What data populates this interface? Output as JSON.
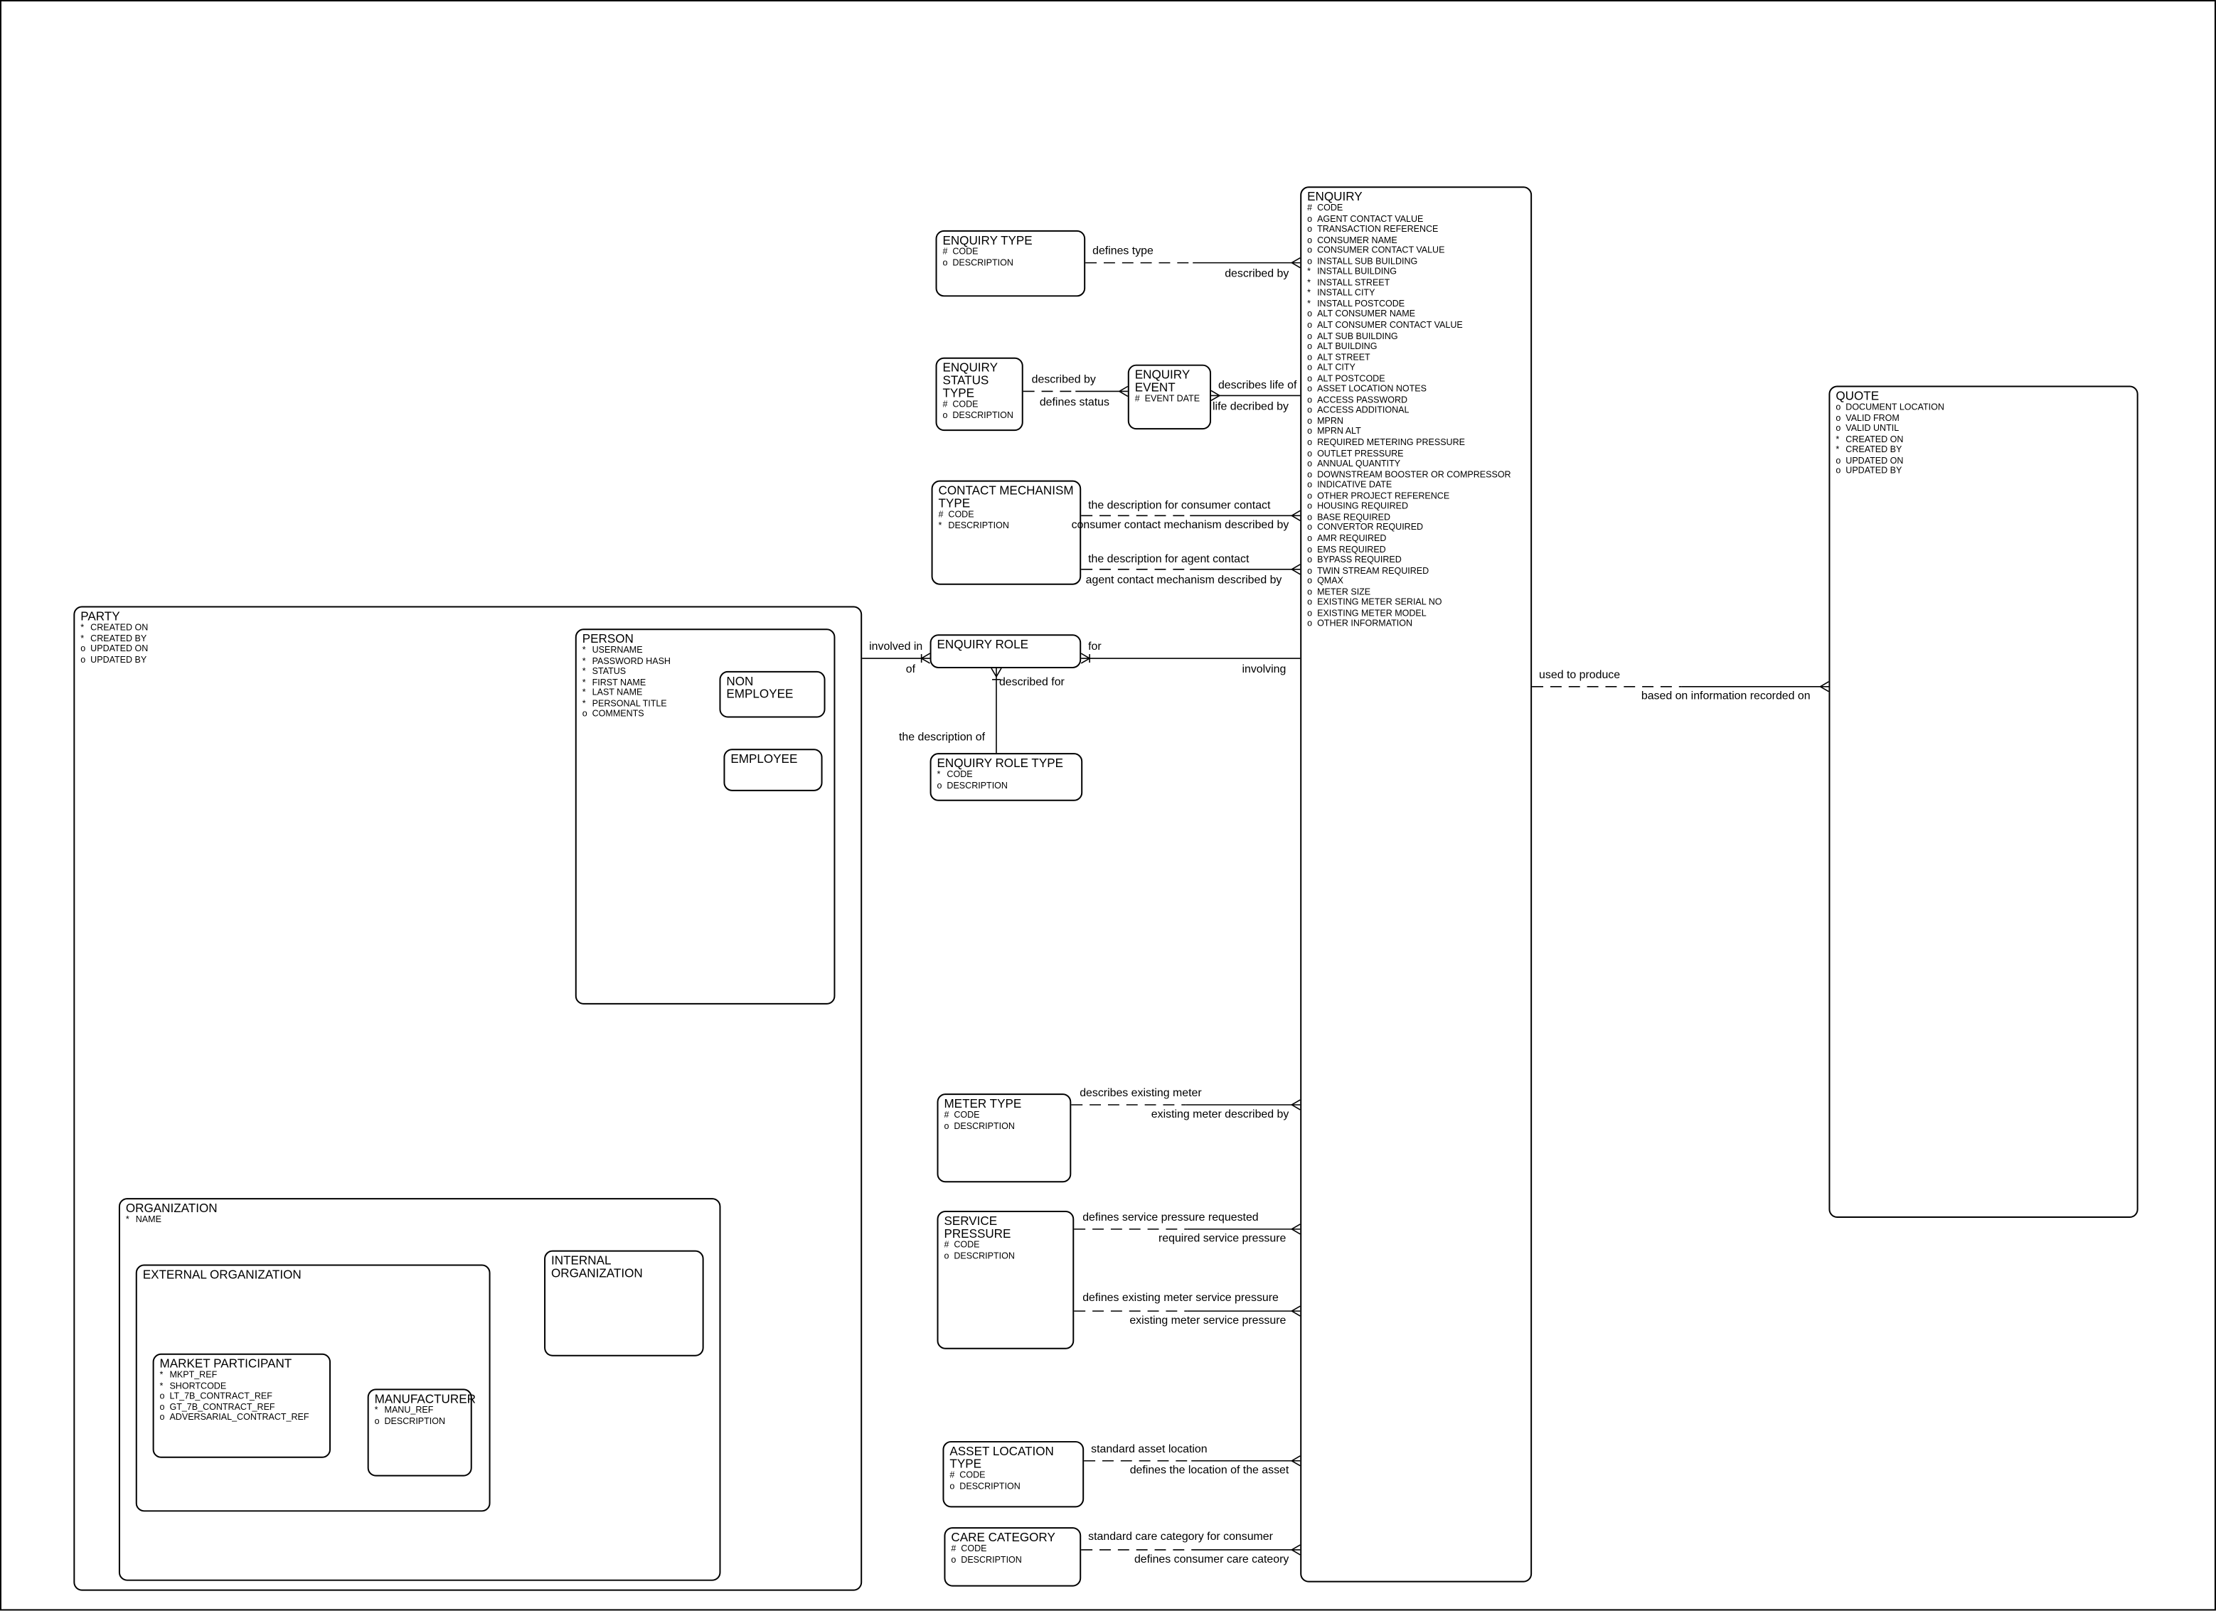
{
  "entities": {
    "party": {
      "title": "PARTY",
      "attrs": [
        [
          "*",
          "CREATED ON"
        ],
        [
          "*",
          "CREATED BY"
        ],
        [
          "o",
          "UPDATED ON"
        ],
        [
          "o",
          "UPDATED BY"
        ]
      ]
    },
    "person": {
      "title": "PERSON",
      "attrs": [
        [
          "*",
          "USERNAME"
        ],
        [
          "*",
          "PASSWORD HASH"
        ],
        [
          "*",
          "STATUS"
        ],
        [
          "*",
          "FIRST NAME"
        ],
        [
          "*",
          "LAST NAME"
        ],
        [
          "*",
          "PERSONAL TITLE"
        ],
        [
          "o",
          "COMMENTS"
        ]
      ]
    },
    "non_employee": {
      "title": "NON EMPLOYEE",
      "attrs": []
    },
    "employee": {
      "title": "EMPLOYEE",
      "attrs": []
    },
    "organization": {
      "title": "ORGANIZATION",
      "attrs": [
        [
          "*",
          "NAME"
        ]
      ]
    },
    "external_organization": {
      "title": "EXTERNAL ORGANIZATION",
      "attrs": []
    },
    "internal_organization": {
      "title": "INTERNAL ORGANIZATION",
      "attrs": []
    },
    "market_participant": {
      "title": "MARKET PARTICIPANT",
      "attrs": [
        [
          "*",
          "MKPT_REF"
        ],
        [
          "*",
          "SHORTCODE"
        ],
        [
          "o",
          "LT_7B_CONTRACT_REF"
        ],
        [
          "o",
          "GT_7B_CONTRACT_REF"
        ],
        [
          "o",
          "ADVERSARIAL_CONTRACT_REF"
        ]
      ]
    },
    "manufacturer": {
      "title": "MANUFACTURER",
      "attrs": [
        [
          "*",
          "MANU_REF"
        ],
        [
          "o",
          "DESCRIPTION"
        ]
      ]
    },
    "enquiry_type": {
      "title": "ENQUIRY TYPE",
      "attrs": [
        [
          "#",
          "CODE"
        ],
        [
          "o",
          "DESCRIPTION"
        ]
      ]
    },
    "enquiry_status_type": {
      "title": "ENQUIRY\nSTATUS TYPE",
      "attrs": [
        [
          "#",
          "CODE"
        ],
        [
          "o",
          "DESCRIPTION"
        ]
      ]
    },
    "enquiry_event": {
      "title": "ENQUIRY\nEVENT",
      "attrs": [
        [
          "#",
          "EVENT DATE"
        ]
      ]
    },
    "contact_mechanism_type": {
      "title": "CONTACT MECHANISM\nTYPE",
      "attrs": [
        [
          "#",
          "CODE"
        ],
        [
          "*",
          "DESCRIPTION"
        ]
      ]
    },
    "enquiry_role": {
      "title": "ENQUIRY ROLE",
      "attrs": []
    },
    "enquiry_role_type": {
      "title": "ENQUIRY ROLE TYPE",
      "attrs": [
        [
          "*",
          "CODE"
        ],
        [
          "o",
          "DESCRIPTION"
        ]
      ]
    },
    "meter_type": {
      "title": "METER TYPE",
      "attrs": [
        [
          "#",
          "CODE"
        ],
        [
          "o",
          "DESCRIPTION"
        ]
      ]
    },
    "service_pressure": {
      "title": "SERVICE PRESSURE",
      "attrs": [
        [
          "#",
          "CODE"
        ],
        [
          "o",
          "DESCRIPTION"
        ]
      ]
    },
    "asset_location_type": {
      "title": "ASSET LOCATION TYPE",
      "attrs": [
        [
          "#",
          "CODE"
        ],
        [
          "o",
          "DESCRIPTION"
        ]
      ]
    },
    "care_category": {
      "title": "CARE CATEGORY",
      "attrs": [
        [
          "#",
          "CODE"
        ],
        [
          "o",
          "DESCRIPTION"
        ]
      ]
    },
    "enquiry": {
      "title": "ENQUIRY",
      "attrs": [
        [
          "#",
          "CODE"
        ],
        [
          "o",
          "AGENT CONTACT VALUE"
        ],
        [
          "o",
          "TRANSACTION REFERENCE"
        ],
        [
          "o",
          "CONSUMER NAME"
        ],
        [
          "o",
          "CONSUMER CONTACT VALUE"
        ],
        [
          "o",
          "INSTALL SUB BUILDING"
        ],
        [
          "*",
          "INSTALL BUILDING"
        ],
        [
          "*",
          "INSTALL STREET"
        ],
        [
          "*",
          "INSTALL CITY"
        ],
        [
          "*",
          "INSTALL POSTCODE"
        ],
        [
          "o",
          "ALT CONSUMER NAME"
        ],
        [
          "o",
          "ALT CONSUMER CONTACT VALUE"
        ],
        [
          "o",
          "ALT SUB BUILDING"
        ],
        [
          "o",
          "ALT BUILDING"
        ],
        [
          "o",
          "ALT STREET"
        ],
        [
          "o",
          "ALT CITY"
        ],
        [
          "o",
          "ALT POSTCODE"
        ],
        [
          "o",
          "ASSET LOCATION NOTES"
        ],
        [
          "o",
          "ACCESS PASSWORD"
        ],
        [
          "o",
          "ACCESS ADDITIONAL"
        ],
        [
          "o",
          "MPRN"
        ],
        [
          "o",
          "MPRN ALT"
        ],
        [
          "o",
          "REQUIRED METERING PRESSURE"
        ],
        [
          "o",
          "OUTLET PRESSURE"
        ],
        [
          "o",
          "ANNUAL QUANTITY"
        ],
        [
          "o",
          "DOWNSTREAM BOOSTER OR COMPRESSOR"
        ],
        [
          "o",
          "INDICATIVE DATE"
        ],
        [
          "o",
          "OTHER PROJECT REFERENCE"
        ],
        [
          "o",
          "HOUSING REQUIRED"
        ],
        [
          "o",
          "BASE REQUIRED"
        ],
        [
          "o",
          "CONVERTOR REQUIRED"
        ],
        [
          "o",
          "AMR REQUIRED"
        ],
        [
          "o",
          "EMS REQUIRED"
        ],
        [
          "o",
          "BYPASS REQUIRED"
        ],
        [
          "o",
          "TWIN STREAM REQUIRED"
        ],
        [
          "o",
          "QMAX"
        ],
        [
          "o",
          "METER SIZE"
        ],
        [
          "o",
          "EXISTING METER SERIAL NO"
        ],
        [
          "o",
          "EXISTING METER MODEL"
        ],
        [
          "o",
          "OTHER INFORMATION"
        ]
      ]
    },
    "quote": {
      "title": "QUOTE",
      "attrs": [
        [
          "o",
          "DOCUMENT LOCATION"
        ],
        [
          "o",
          "VALID FROM"
        ],
        [
          "o",
          "VALID UNTIL"
        ],
        [
          "*",
          "CREATED ON"
        ],
        [
          "*",
          "CREATED BY"
        ],
        [
          "o",
          "UPDATED ON"
        ],
        [
          "o",
          "UPDATED BY"
        ]
      ]
    }
  },
  "relationships": {
    "enquiry_type_enquiry": [
      "defines type",
      "described by"
    ],
    "status_type_event": [
      "described by",
      "defines status"
    ],
    "event_enquiry": [
      "describes life of",
      "life decribed by"
    ],
    "consumer_contact": [
      "the description for consumer contact",
      "consumer contact mechanism described by"
    ],
    "agent_contact": [
      "the description for agent contact",
      "agent contact mechanism described by"
    ],
    "party_role": [
      "involved in",
      "of"
    ],
    "role_enquiry": [
      "for",
      "involving"
    ],
    "roletype_role": [
      "described for",
      "the description of"
    ],
    "enquiry_quote": [
      "used to produce",
      "based on information recorded on"
    ],
    "meter_type_enquiry": [
      "describes existing meter",
      "existing meter described by"
    ],
    "service_pressure_requested": [
      "defines service pressure requested",
      "required service pressure"
    ],
    "service_pressure_existing": [
      "defines existing meter service pressure",
      "existing meter service pressure"
    ],
    "asset_location": [
      "standard asset location",
      "defines the location of the asset"
    ],
    "care_category": [
      "standard care category for consumer",
      "defines consumer care cateory"
    ]
  }
}
